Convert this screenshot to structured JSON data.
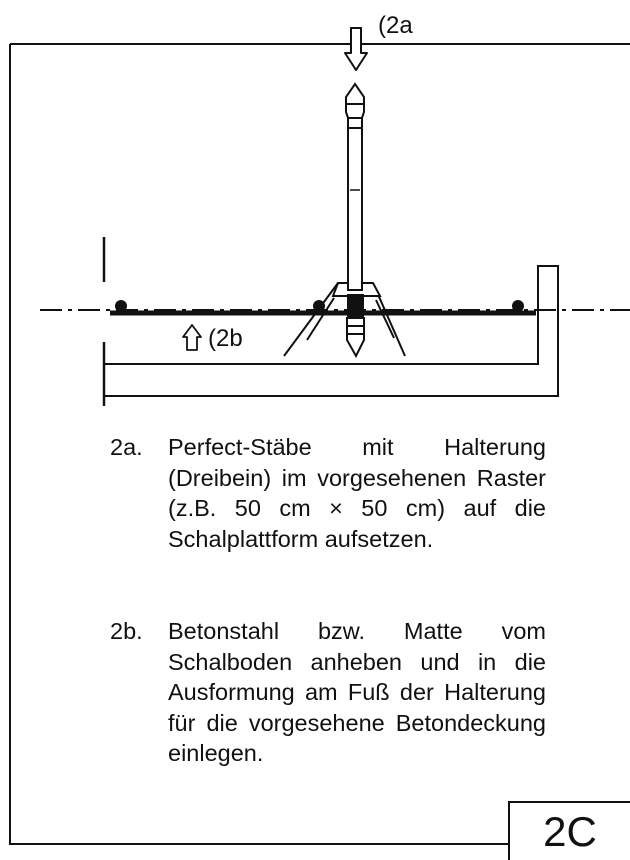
{
  "diagram": {
    "callout_top": "(2a",
    "callout_bottom": "(2b",
    "panel_label": "2C"
  },
  "steps": [
    {
      "number": "2a.",
      "text": "Perfect-Stäbe mit Halterung (Dreibein) im vorgesehenen Raster (z.B. 50 cm × 50 cm) auf die Schalplattform aufsetzen."
    },
    {
      "number": "2b.",
      "text": "Betonstahl bzw. Matte vom Schalboden anheben und in die Ausformung am Fuß der Halterung für die vorgesehene Betondeckung einlegen."
    }
  ]
}
